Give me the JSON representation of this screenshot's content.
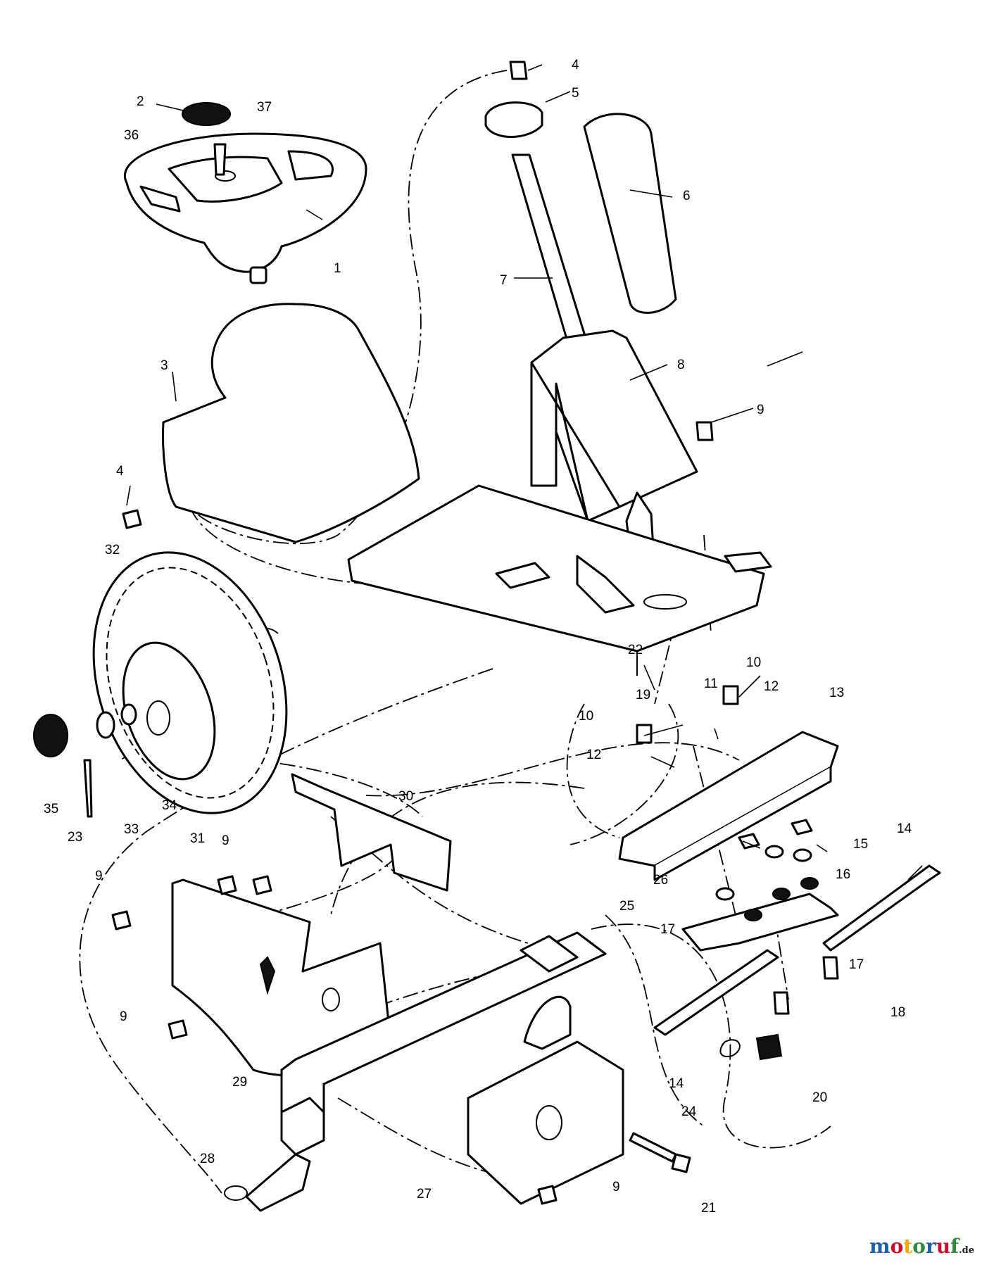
{
  "diagram": {
    "callouts": [
      {
        "id": "c1",
        "text": "1"
      },
      {
        "id": "c2",
        "text": "2"
      },
      {
        "id": "c3",
        "text": "3"
      },
      {
        "id": "c4a",
        "text": "4"
      },
      {
        "id": "c4b",
        "text": "4"
      },
      {
        "id": "c5",
        "text": "5"
      },
      {
        "id": "c6",
        "text": "6"
      },
      {
        "id": "c7",
        "text": "7"
      },
      {
        "id": "c8",
        "text": "8"
      },
      {
        "id": "c9a",
        "text": "9"
      },
      {
        "id": "c9b",
        "text": "9"
      },
      {
        "id": "c9c",
        "text": "9"
      },
      {
        "id": "c9d",
        "text": "9"
      },
      {
        "id": "c9e",
        "text": "9"
      },
      {
        "id": "c10a",
        "text": "10"
      },
      {
        "id": "c10b",
        "text": "10"
      },
      {
        "id": "c11",
        "text": "11"
      },
      {
        "id": "c12a",
        "text": "12"
      },
      {
        "id": "c12b",
        "text": "12"
      },
      {
        "id": "c13",
        "text": "13"
      },
      {
        "id": "c14a",
        "text": "14"
      },
      {
        "id": "c14b",
        "text": "14"
      },
      {
        "id": "c15",
        "text": "15"
      },
      {
        "id": "c16",
        "text": "16"
      },
      {
        "id": "c17a",
        "text": "17"
      },
      {
        "id": "c17b",
        "text": "17"
      },
      {
        "id": "c18",
        "text": "18"
      },
      {
        "id": "c19",
        "text": "19"
      },
      {
        "id": "c20",
        "text": "20"
      },
      {
        "id": "c21",
        "text": "21"
      },
      {
        "id": "c22",
        "text": "22"
      },
      {
        "id": "c23",
        "text": "23"
      },
      {
        "id": "c24",
        "text": "24"
      },
      {
        "id": "c25",
        "text": "25"
      },
      {
        "id": "c26",
        "text": "26"
      },
      {
        "id": "c27",
        "text": "27"
      },
      {
        "id": "c28",
        "text": "28"
      },
      {
        "id": "c29",
        "text": "29"
      },
      {
        "id": "c30",
        "text": "30"
      },
      {
        "id": "c31",
        "text": "31"
      },
      {
        "id": "c32",
        "text": "32"
      },
      {
        "id": "c33",
        "text": "33"
      },
      {
        "id": "c34",
        "text": "34"
      },
      {
        "id": "c35",
        "text": "35"
      },
      {
        "id": "c36",
        "text": "36"
      },
      {
        "id": "c37",
        "text": "37"
      }
    ]
  },
  "watermark": {
    "brand": "motoruf",
    "tld": ".de",
    "colors": {
      "m": "#1f5fa8",
      "o1": "#c8102e",
      "t": "#f4a900",
      "o2": "#2e8b3a",
      "r": "#1f5fa8",
      "u": "#c8102e",
      "f": "#2e8b3a"
    }
  }
}
